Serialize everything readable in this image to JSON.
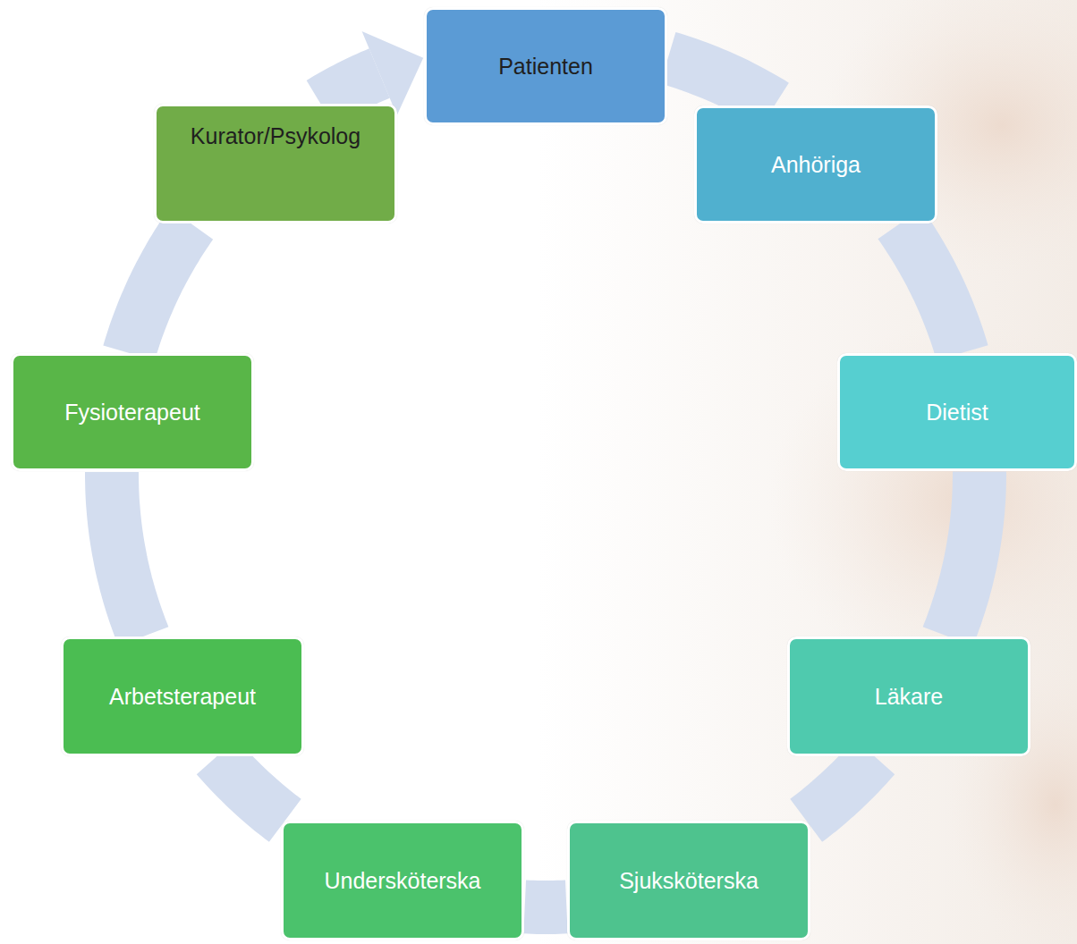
{
  "diagram": {
    "nodes": [
      {
        "text": [
          "Patienten"
        ]
      },
      {
        "text": [
          "Anhöriga"
        ]
      },
      {
        "text": [
          "Dietist"
        ]
      },
      {
        "text": [
          "Läkare"
        ]
      },
      {
        "text": [
          "Sjuksköterska"
        ]
      },
      {
        "text": [
          "Undersköterska"
        ]
      },
      {
        "text": [
          "Arbetsterapeut"
        ]
      },
      {
        "text": [
          "Fysioterapeut"
        ]
      },
      {
        "text": [
          "Kurator/Psykolog"
        ]
      }
    ],
    "edges": [
      {
        "from": 0,
        "to": 1,
        "arrow": "none"
      },
      {
        "from": 1,
        "to": 2,
        "arrow": "none"
      },
      {
        "from": 2,
        "to": 3,
        "arrow": "none"
      },
      {
        "from": 3,
        "to": 4,
        "arrow": "none"
      },
      {
        "from": 4,
        "to": 5,
        "arrow": "none"
      },
      {
        "from": 5,
        "to": 6,
        "arrow": "none"
      },
      {
        "from": 6,
        "to": 7,
        "arrow": "none"
      },
      {
        "from": 7,
        "to": 8,
        "arrow": "none"
      },
      {
        "from": 8,
        "to": 0,
        "arrow": "to"
      }
    ]
  }
}
